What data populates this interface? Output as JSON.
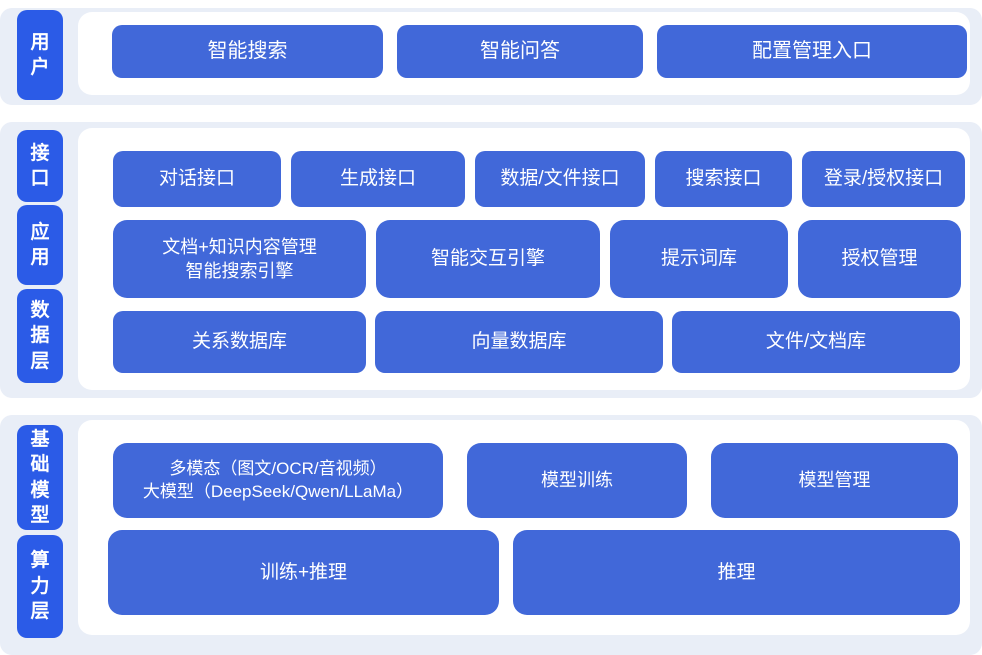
{
  "colors": {
    "band_bg": "#E9EEF7",
    "label_bg": "#2B5BE7",
    "button_bg": "#4168D9",
    "card_bg": "#FFFFFF",
    "text_color": "#FFFFFF"
  },
  "diagram": {
    "type": "layered-architecture",
    "bands": [
      {
        "labels": [
          {
            "text": "用户"
          }
        ],
        "rows": [
          {
            "buttons": [
              {
                "label": "智能搜索"
              },
              {
                "label": "智能问答"
              },
              {
                "label": "配置管理入口"
              }
            ]
          }
        ]
      },
      {
        "labels": [
          {
            "text": "接口"
          },
          {
            "text": "应用"
          },
          {
            "text": "数据层"
          }
        ],
        "rows": [
          {
            "buttons": [
              {
                "label": "对话接口"
              },
              {
                "label": "生成接口"
              },
              {
                "label": "数据/文件接口"
              },
              {
                "label": "搜索接口"
              },
              {
                "label": "登录/授权接口"
              }
            ]
          },
          {
            "buttons": [
              {
                "label": "文档+知识内容管理\n智能搜索引擎"
              },
              {
                "label": "智能交互引擎"
              },
              {
                "label": "提示词库"
              },
              {
                "label": "授权管理"
              }
            ]
          },
          {
            "buttons": [
              {
                "label": "关系数据库"
              },
              {
                "label": "向量数据库"
              },
              {
                "label": "文件/文档库"
              }
            ]
          }
        ]
      },
      {
        "labels": [
          {
            "text": "基础模型"
          },
          {
            "text": "算力层"
          }
        ],
        "rows": [
          {
            "buttons": [
              {
                "label": "多模态（图文/OCR/音视频）\n大模型（DeepSeek/Qwen/LLaMa）"
              },
              {
                "label": "模型训练"
              },
              {
                "label": "模型管理"
              }
            ]
          },
          {
            "buttons": [
              {
                "label": "训练+推理"
              },
              {
                "label": "推理"
              }
            ]
          }
        ]
      }
    ]
  }
}
